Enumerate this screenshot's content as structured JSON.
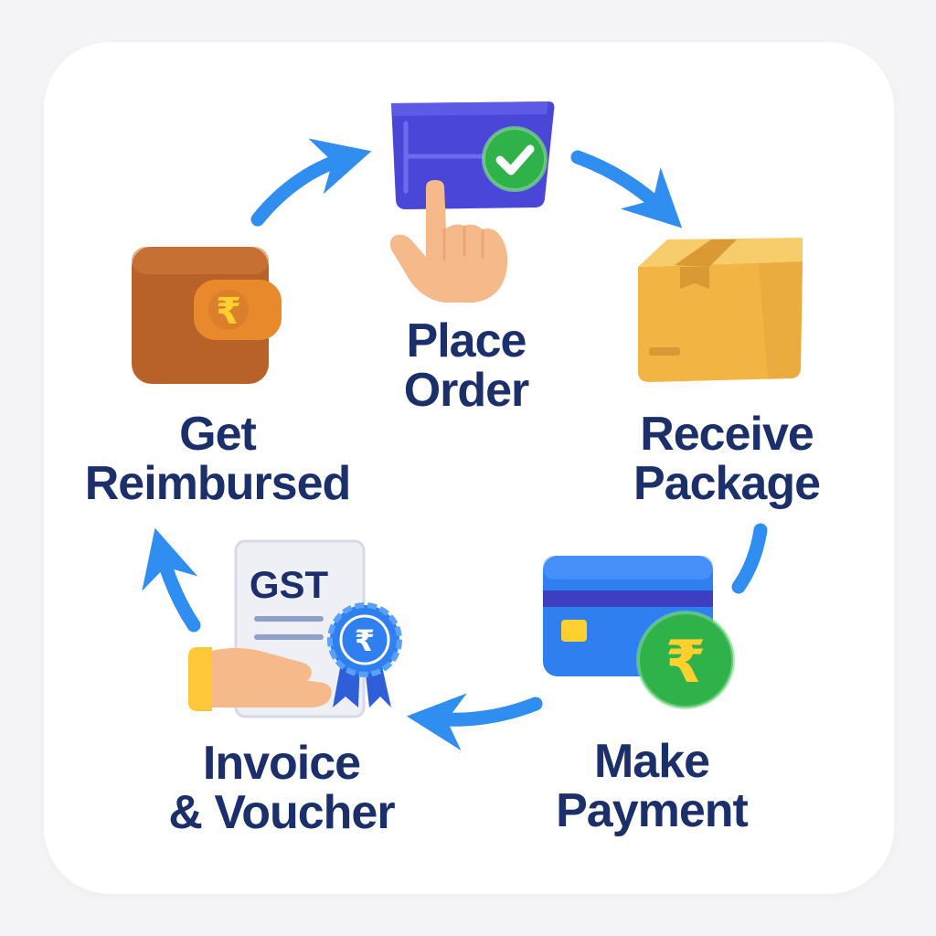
{
  "steps": {
    "place_order": {
      "line1": "Place",
      "line2": "Order"
    },
    "receive_package": {
      "line1": "Receive",
      "line2": "Package"
    },
    "make_payment": {
      "line1": "Make",
      "line2": "Payment"
    },
    "invoice_voucher": {
      "line1": "Invoice",
      "line2": "& Voucher",
      "document_label": "GST"
    },
    "get_reimbursed": {
      "line1": "Get",
      "line2": "Reimbursed"
    }
  },
  "currency_symbol": "₹",
  "colors": {
    "text": "#1b2f6b",
    "arrow": "#2f8ef0",
    "order_screen": "#4a46d8",
    "check_badge": "#2fb24a",
    "package": "#f2b544",
    "card": "#2f7ff0",
    "rupee_coin": "#2fb24a",
    "wallet": "#b8622a",
    "wallet_clasp": "#e8892c",
    "ribbon": "#2f7ff0"
  },
  "icons": {
    "place_order": "screen-check-hand-icon",
    "receive_package": "package-box-icon",
    "make_payment": "credit-card-rupee-icon",
    "invoice_voucher": "gst-invoice-hand-icon",
    "get_reimbursed": "wallet-rupee-icon"
  }
}
